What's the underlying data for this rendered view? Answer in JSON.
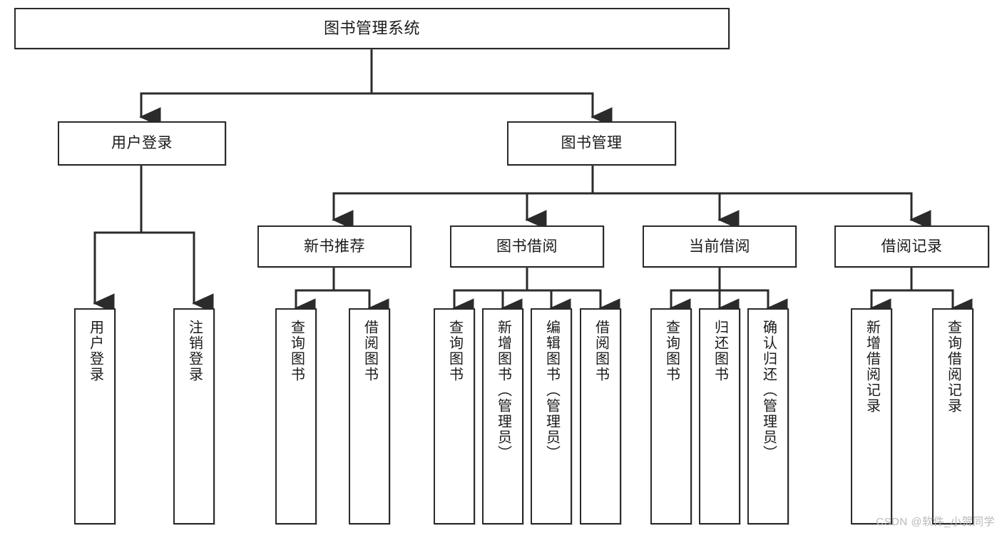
{
  "diagram": {
    "title": "图书管理系统",
    "type": "function-tree",
    "watermark": "CSDN @软件_小贺同学",
    "colors": {
      "border": "#2b2b2b",
      "background": "#ffffff",
      "text": "#1b1b1b",
      "connector": "#2b2b2b",
      "watermark": "#b9b9b9"
    },
    "levels": {
      "level1": [
        {
          "label": "图书管理系统"
        }
      ],
      "level2": [
        {
          "label": "用户登录"
        },
        {
          "label": "图书管理"
        }
      ],
      "level3": [
        {
          "label": "新书推荐"
        },
        {
          "label": "图书借阅"
        },
        {
          "label": "当前借阅"
        },
        {
          "label": "借阅记录"
        }
      ],
      "level4": [
        {
          "label": "用户登录",
          "parent": "用户登录"
        },
        {
          "label": "注销登录",
          "parent": "用户登录"
        },
        {
          "label": "查询图书",
          "parent": "新书推荐"
        },
        {
          "label": "借阅图书",
          "parent": "新书推荐"
        },
        {
          "label": "查询图书",
          "parent": "图书借阅"
        },
        {
          "label": "新增图书（管理员）",
          "parent": "图书借阅"
        },
        {
          "label": "编辑图书（管理员）",
          "parent": "图书借阅"
        },
        {
          "label": "借阅图书",
          "parent": "图书借阅"
        },
        {
          "label": "查询图书",
          "parent": "当前借阅"
        },
        {
          "label": "归还图书",
          "parent": "当前借阅"
        },
        {
          "label": "确认归还（管理员）",
          "parent": "当前借阅"
        },
        {
          "label": "新增借阅记录",
          "parent": "借阅记录"
        },
        {
          "label": "查询借阅记录",
          "parent": "借阅记录"
        }
      ]
    }
  }
}
